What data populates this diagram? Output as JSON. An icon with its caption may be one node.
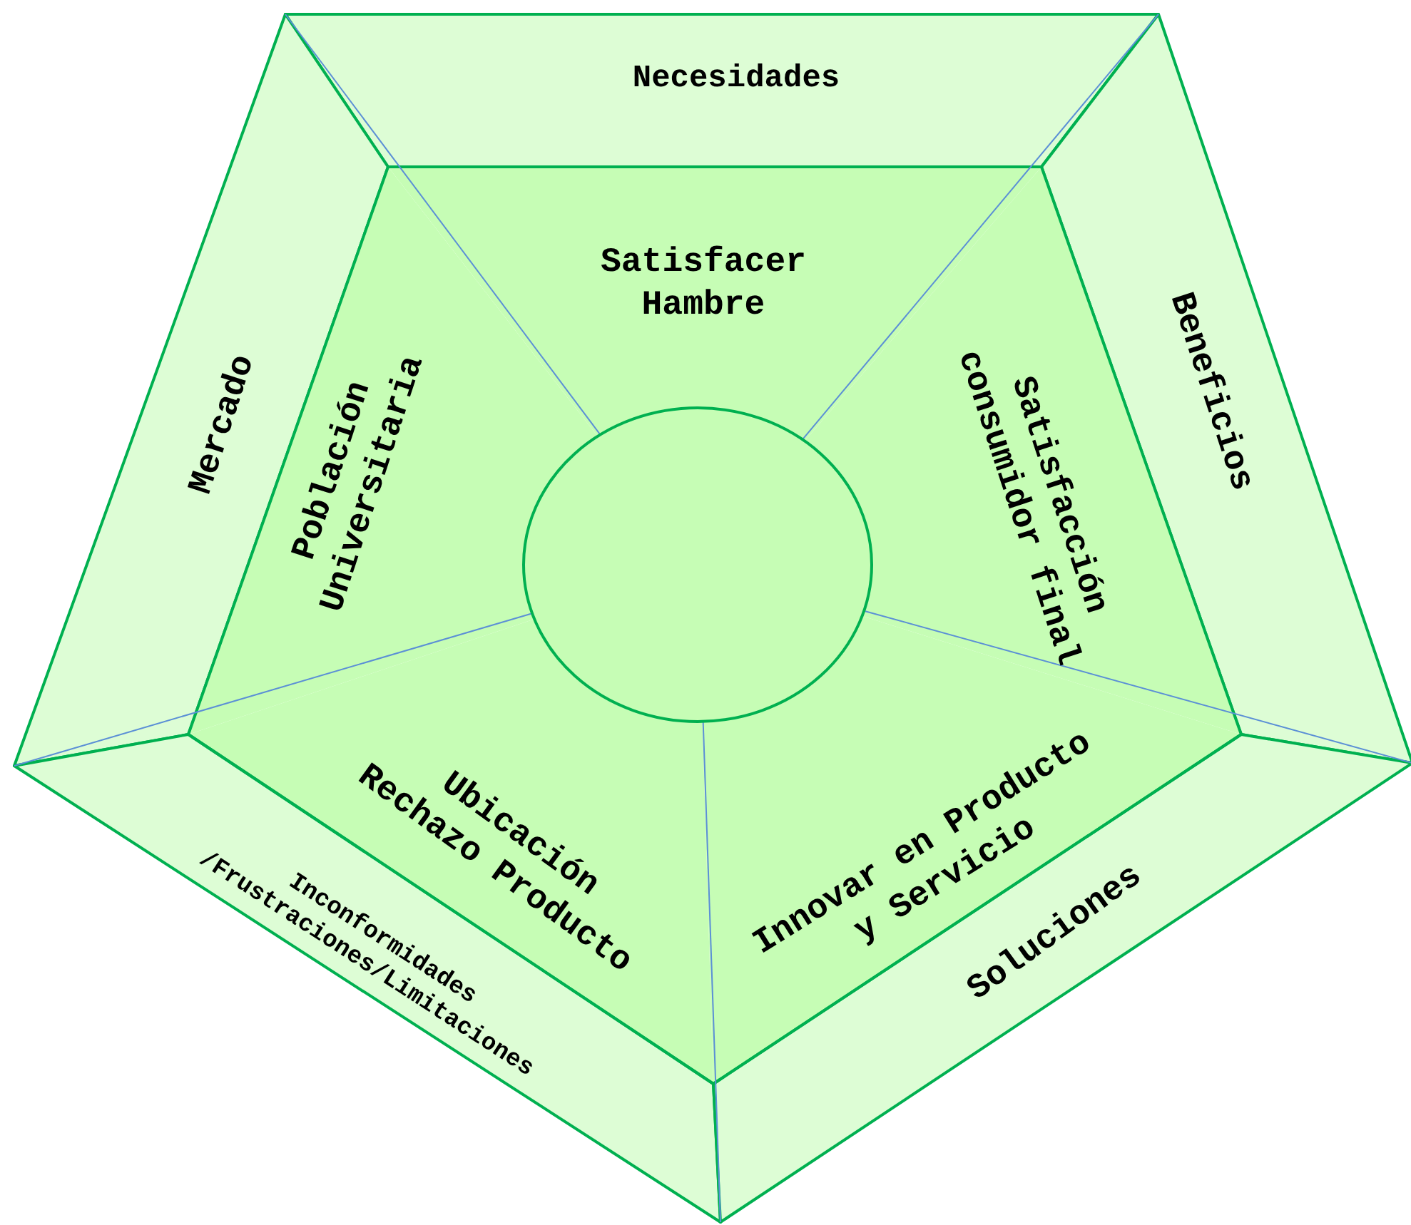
{
  "diagram": {
    "nodes": [
      {
        "text": [
          "Necesidades"
        ]
      },
      {
        "text": [
          "Satisfacer Hambre"
        ]
      },
      {
        "text": [
          "Mercado"
        ]
      },
      {
        "text": [
          "Población Universitaria"
        ]
      },
      {
        "text": [
          "Beneficios"
        ]
      },
      {
        "text": [
          "Satisfacción consumidor final"
        ]
      },
      {
        "text": [],
        "shape": "circle"
      },
      {
        "text": [
          "Ubicación Rechazo Producto"
        ]
      },
      {
        "text": [
          "Innovar en Producto y Servicio"
        ]
      },
      {
        "text": [
          "Inconformidades /Frustraciones/Limitaciones"
        ]
      },
      {
        "text": [
          "Soluciones"
        ]
      }
    ]
  }
}
